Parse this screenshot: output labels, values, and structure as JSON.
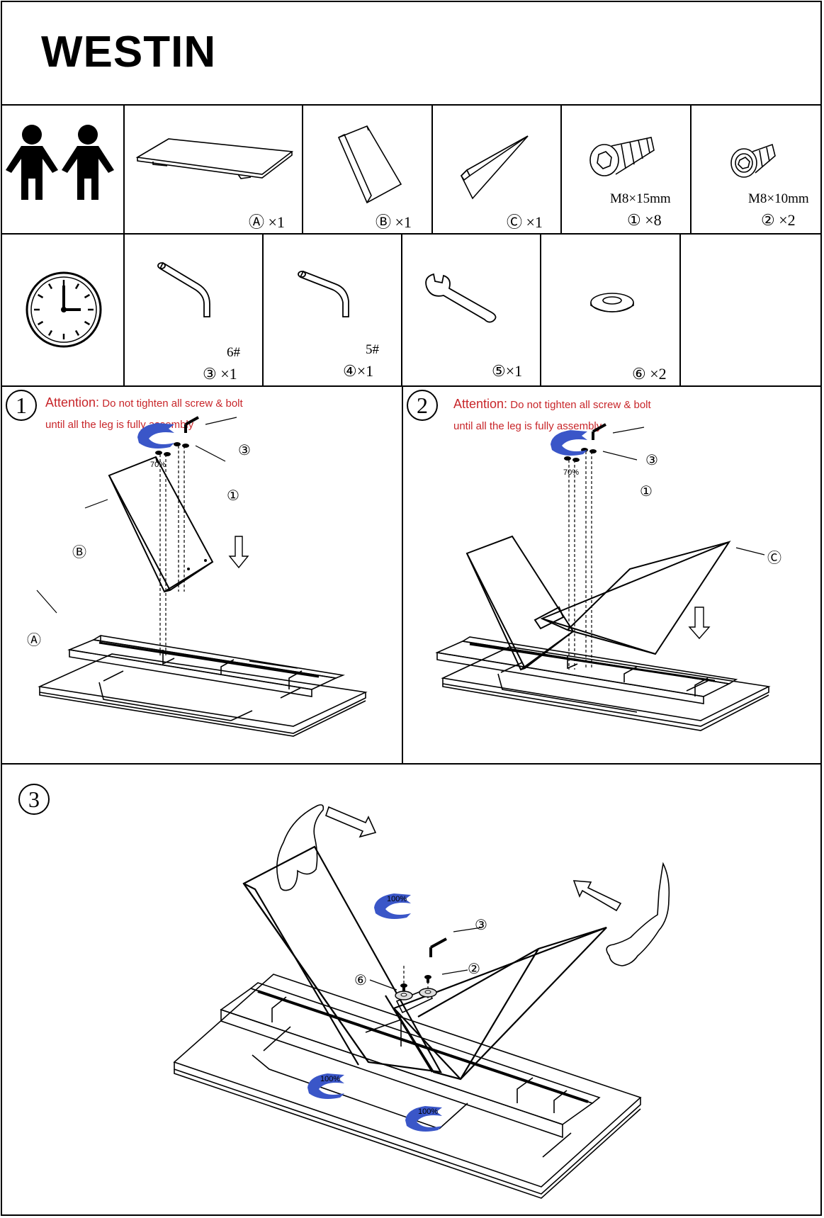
{
  "title": "WESTIN",
  "parts": [
    {
      "label": "Ⓐ ×1"
    },
    {
      "label": "Ⓑ ×1"
    },
    {
      "label": "Ⓒ ×1"
    },
    {
      "label": "① ×8",
      "spec": "M8×15mm"
    },
    {
      "label": "② ×2",
      "spec": "M8×10mm"
    }
  ],
  "tools": [
    {
      "label": "③ ×1",
      "spec": "6#"
    },
    {
      "label": "④×1",
      "spec": "5#"
    },
    {
      "label": "⑤×1"
    },
    {
      "label": "⑥ ×2"
    }
  ],
  "steps": [
    {
      "number": "1",
      "attention_title": "Attention:",
      "attention_line1": "Do not tighten all screw & bolt",
      "attention_line2": "until all the leg is fully assembly",
      "torque": "70%",
      "callouts": {
        "tool": "③",
        "screw": "①",
        "part": "Ⓑ",
        "top": "Ⓐ"
      }
    },
    {
      "number": "2",
      "attention_title": "Attention:",
      "attention_line1": "Do not tighten all screw & bolt",
      "attention_line2": "until all the leg is fully assembly",
      "torque": "70%",
      "callouts": {
        "tool": "③",
        "screw": "①",
        "part": "Ⓒ"
      }
    },
    {
      "number": "3",
      "torque": "100%",
      "torque_b": "100%",
      "torque_c": "100%",
      "callouts": {
        "tool": "③",
        "screw": "②",
        "washer": "⑥"
      }
    }
  ],
  "icons": {
    "people": "two-people-icon",
    "clock": "clock-icon"
  }
}
